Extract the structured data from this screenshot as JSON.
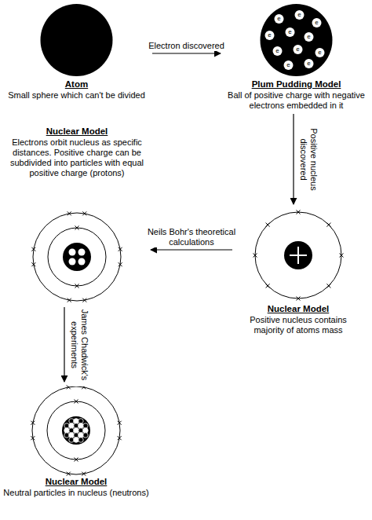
{
  "diagram": {
    "nodes": [
      {
        "text": [
          "Atom",
          "Small sphere which can't be divided"
        ]
      },
      {
        "text": [
          "Plum Pudding Model",
          "Ball of positive charge with negative electrons embedded in it"
        ]
      },
      {
        "text": [
          "Nuclear Model",
          "Electrons orbit nucleus as specific distances. Positive charge can be subdivided into particles with equal positive charge (protons)"
        ]
      },
      {
        "text": [
          "Nuclear Model",
          "Positive nucleus contains majority of atoms mass"
        ]
      },
      {
        "text": [
          "Nuclear Model",
          "Neutral particles in nucleus (neutrons)"
        ]
      }
    ],
    "edges": [
      {
        "from": 0,
        "to": 1,
        "arrow": "to",
        "label": "Electron discovered"
      },
      {
        "from": 1,
        "to": 3,
        "arrow": "to",
        "label": "Positive nucleus discovered"
      },
      {
        "from": 3,
        "to": 2,
        "arrow": "to",
        "label": "Neils Bohr's theoretical calculations"
      },
      {
        "from": 2,
        "to": 4,
        "arrow": "to",
        "label": "James Chadwick's experiments"
      }
    ],
    "labels": [
      "e",
      "e",
      "e",
      "e",
      "e",
      "e",
      "e",
      "e",
      "e",
      "e",
      "e"
    ]
  }
}
